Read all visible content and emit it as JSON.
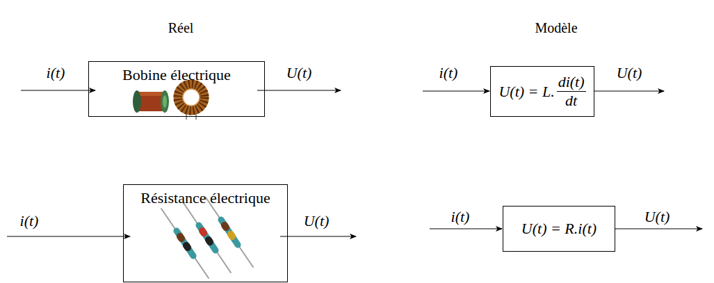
{
  "diagram": {
    "nodes": [
      {
        "text": [
          "Bobine électrique"
        ]
      },
      {
        "text": [
          "U(t) = L.",
          "di(t)",
          "dt"
        ]
      },
      {
        "text": [
          "Résistance électrique"
        ]
      },
      {
        "text": [
          "U(t) = R.i(t)"
        ]
      }
    ],
    "labels": [
      "Réel",
      "Modèle",
      "i(t)",
      "U(t)",
      "i(t)",
      "U(t)",
      "i(t)",
      "U(t)",
      "i(t)",
      "U(t)"
    ]
  }
}
